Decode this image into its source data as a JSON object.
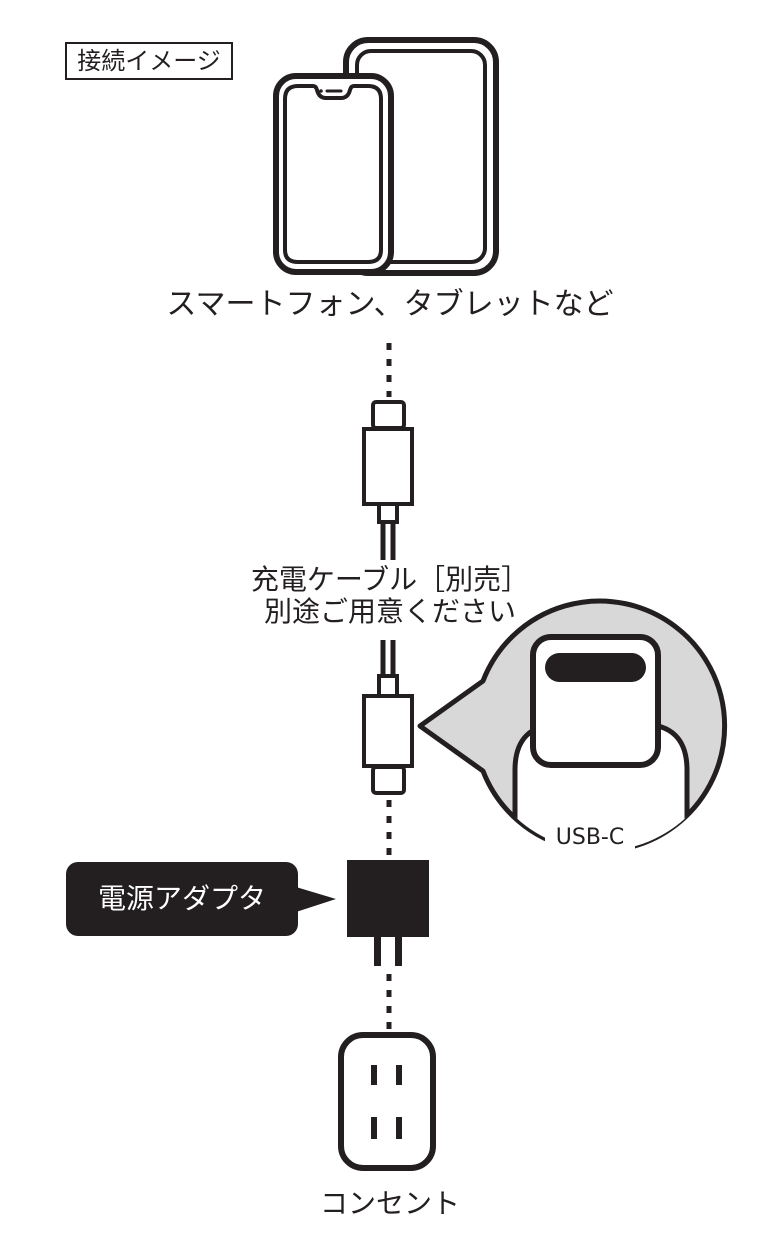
{
  "title_box": "接続イメージ",
  "devices": {
    "label": "スマートフォン、タブレットなど"
  },
  "cable": {
    "line1": "充電ケーブル［別売］",
    "line2": "別途ご用意ください"
  },
  "usbc": {
    "label": "USB-C"
  },
  "adapter": {
    "label": "電源アダプタ"
  },
  "outlet": {
    "label": "コンセント"
  },
  "colors": {
    "ink": "#231f20",
    "callout_fill": "#d9d8d8",
    "plug_fill": "#ffffff"
  }
}
